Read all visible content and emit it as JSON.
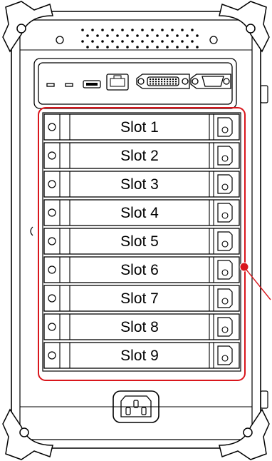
{
  "device": {
    "name_icon": "rugged-chassis-rear-view",
    "slots": [
      {
        "label": "Slot 1"
      },
      {
        "label": "Slot 2"
      },
      {
        "label": "Slot 3"
      },
      {
        "label": "Slot 4"
      },
      {
        "label": "Slot 5"
      },
      {
        "label": "Slot 6"
      },
      {
        "label": "Slot 7"
      },
      {
        "label": "Slot 8"
      },
      {
        "label": "Slot 9"
      }
    ],
    "ports": [
      "usb-port-icon",
      "ethernet-port-icon",
      "dvi-port-icon",
      "vga-port-icon",
      "led-indicator-icon"
    ],
    "power_inlet_icon": "power-inlet-icon"
  },
  "highlight": {
    "color": "#d9161c",
    "callout_icon": "callout-marker-icon"
  }
}
